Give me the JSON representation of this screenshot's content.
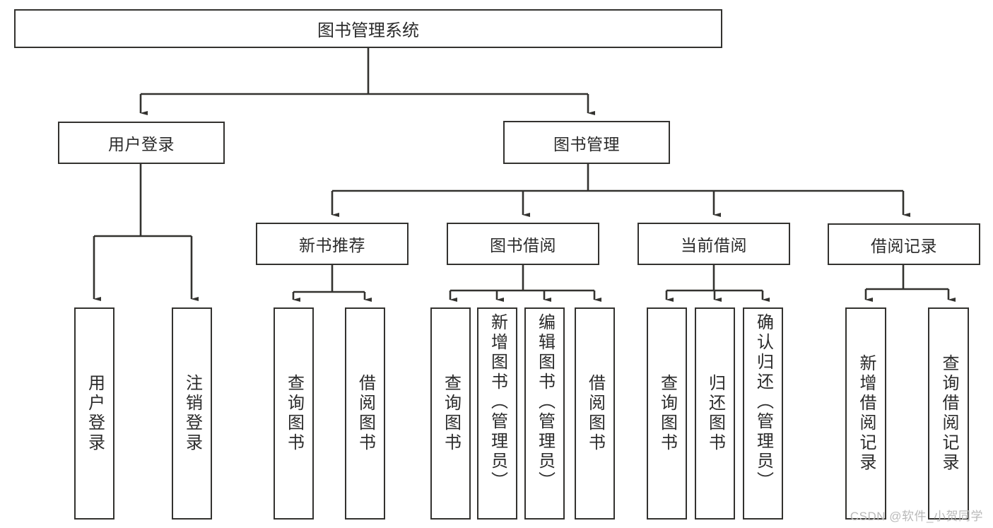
{
  "diagram": {
    "title": "图书管理系统",
    "watermark": "CSDN @软件_小贺同学",
    "line_color": "#33322f",
    "text_color": "#2b2b2b",
    "background": "#ffffff",
    "levels": {
      "root": "图书管理系统",
      "level2": [
        "用户登录",
        "图书管理"
      ],
      "level3": [
        "新书推荐",
        "图书借阅",
        "当前借阅",
        "借阅记录"
      ]
    },
    "nodes": {
      "root": "图书管理系统",
      "user_login": "用户登录",
      "book_manage": "图书管理",
      "new_book_rec": "新书推荐",
      "book_borrow": "图书借阅",
      "current_borrow": "当前借阅",
      "borrow_record": "借阅记录"
    },
    "leaves": {
      "user_login": [
        "用户登录",
        "注销登录"
      ],
      "new_book_rec": [
        "查询图书",
        "借阅图书"
      ],
      "book_borrow": [
        "查询图书",
        "新增图书（管理员）",
        "编辑图书（管理员）",
        "借阅图书"
      ],
      "current_borrow": [
        "查询图书",
        "归还图书",
        "确认归还（管理员）"
      ],
      "borrow_record": [
        "新增借阅记录",
        "查询借阅记录"
      ]
    }
  }
}
